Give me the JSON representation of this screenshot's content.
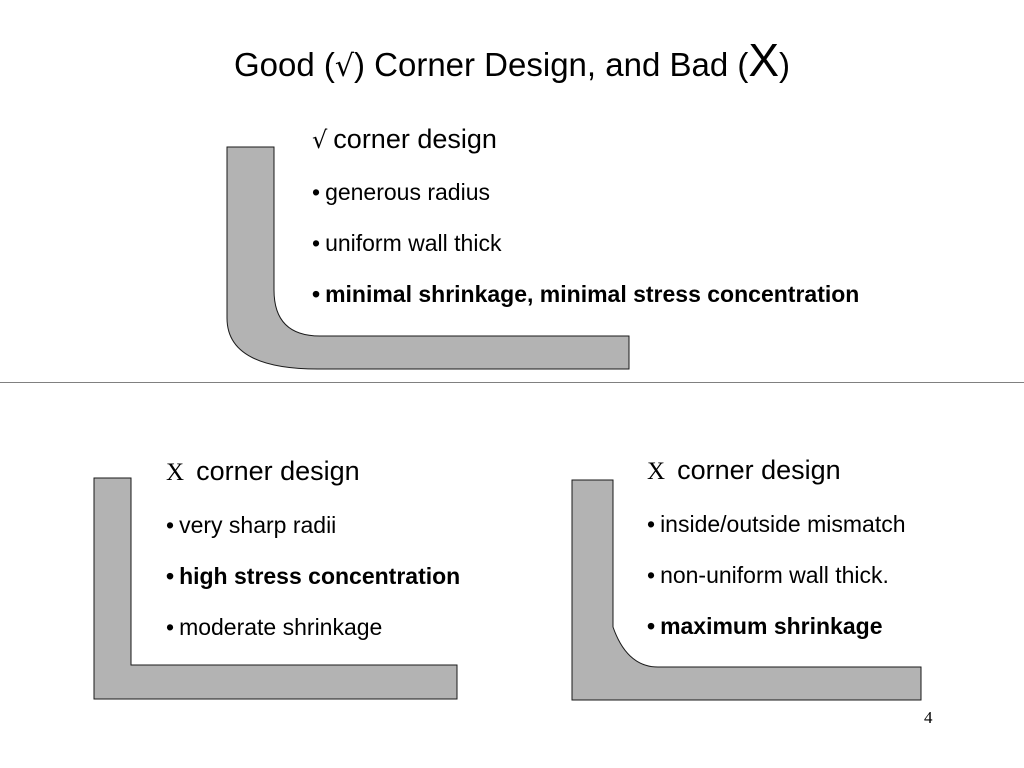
{
  "slide": {
    "title": {
      "good_prefix": "Good (",
      "check_symbol": "√",
      "middle_text": ") Corner Design, and Bad (",
      "x_symbol": "X",
      "suffix": ")"
    },
    "page_number": "4"
  },
  "good_design": {
    "heading_symbol": "√",
    "heading": "corner design",
    "bullets": [
      {
        "text": "generous radius",
        "bold": false
      },
      {
        "text": "uniform wall thick",
        "bold": false
      },
      {
        "text": "minimal shrinkage, minimal stress concentration",
        "bold": true
      }
    ]
  },
  "bad_design_sharp": {
    "heading_symbol": "X",
    "heading": "corner design",
    "bullets": [
      {
        "text": "very sharp radii",
        "bold": false
      },
      {
        "text": "high stress concentration",
        "bold": true
      },
      {
        "text": "moderate shrinkage",
        "bold": false
      }
    ]
  },
  "bad_design_mismatch": {
    "heading_symbol": "X",
    "heading": "corner design",
    "bullets": [
      {
        "text": "inside/outside mismatch",
        "bold": false
      },
      {
        "text": "non-uniform wall thick.",
        "bold": false
      },
      {
        "text": "maximum shrinkage",
        "bold": true
      }
    ]
  },
  "bullet_marker": "•",
  "colors": {
    "shape_fill": "#b3b3b3",
    "shape_stroke": "#1a1a1a",
    "divider": "#808080"
  }
}
